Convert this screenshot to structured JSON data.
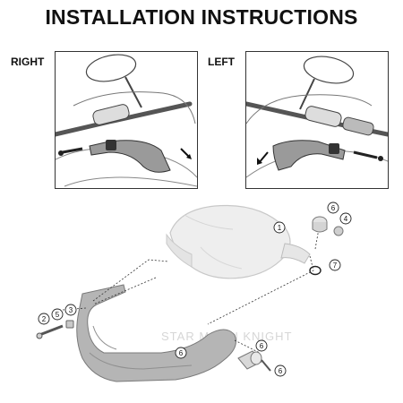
{
  "title": "INSTALLATION INSTRUCTIONS",
  "panels": {
    "right_label": "RIGHT",
    "left_label": "LEFT"
  },
  "watermark": "STAR MOON KNIGHT",
  "callouts": {
    "shield": "1",
    "screw": "2",
    "washer": "5",
    "spacer": "3",
    "bar_end_top": "6",
    "insert_top": "4",
    "oring": "7",
    "bracket": "6",
    "bar_end_bottom": "6",
    "insert_bottom": "6"
  },
  "colors": {
    "shield_fill": "#eeeeee",
    "bracket_fill": "#b5b5b5",
    "line": "#333333"
  }
}
